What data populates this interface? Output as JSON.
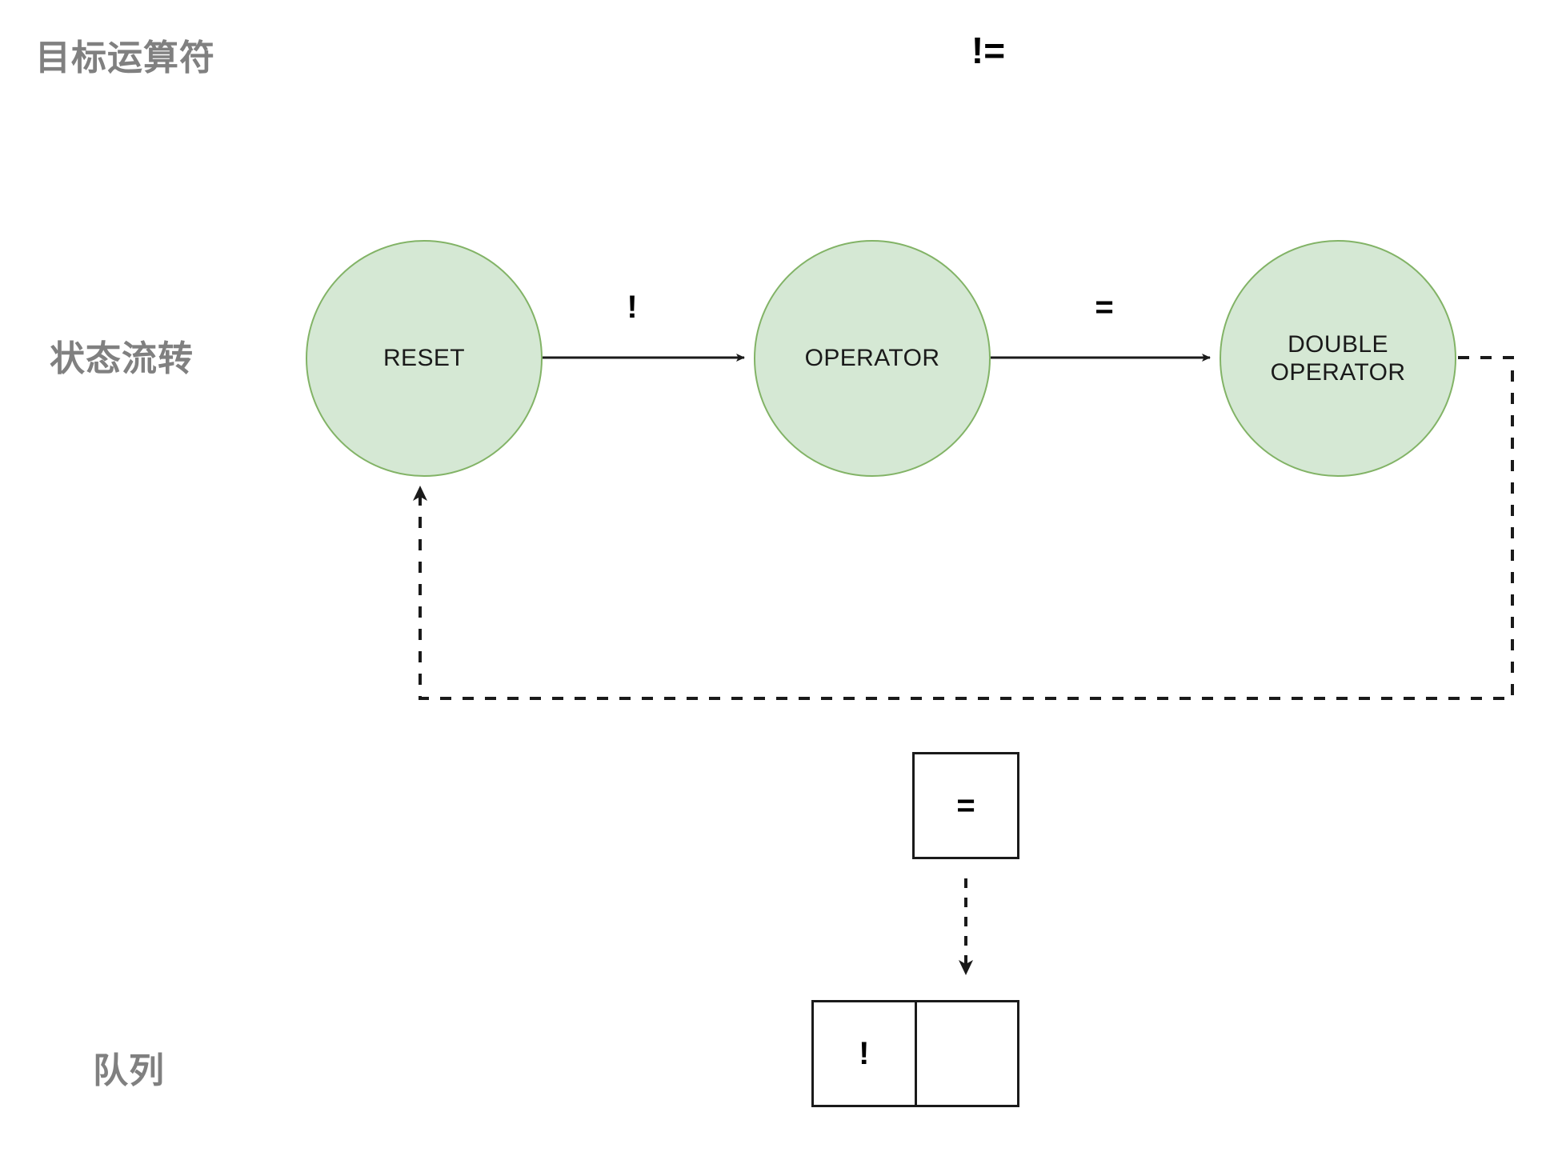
{
  "diagram": {
    "title_rows": {
      "target_operator_label": "目标运算符",
      "state_flow_label": "状态流转",
      "queue_label": "队列"
    },
    "target_operator": {
      "value": "!="
    },
    "states": [
      {
        "id": "reset",
        "label": "RESET"
      },
      {
        "id": "operator",
        "label": "OPERATOR"
      },
      {
        "id": "double-operator",
        "label": "DOUBLE\nOPERATOR"
      }
    ],
    "transitions": [
      {
        "from": "reset",
        "to": "operator",
        "label": "!",
        "style": "solid"
      },
      {
        "from": "operator",
        "to": "double-operator",
        "label": "=",
        "style": "solid"
      },
      {
        "from": "double-operator",
        "to": "reset",
        "label": "",
        "style": "dashed"
      }
    ],
    "token": {
      "value": "="
    },
    "queue": {
      "cells": [
        {
          "value": "!"
        },
        {
          "value": ""
        }
      ]
    },
    "colors": {
      "node_fill": "#d5e8d4",
      "node_stroke": "#82b366",
      "edge_stroke": "#1a1a1a",
      "row_label_text": "#808080",
      "text": "#000000",
      "background": "#ffffff"
    }
  }
}
